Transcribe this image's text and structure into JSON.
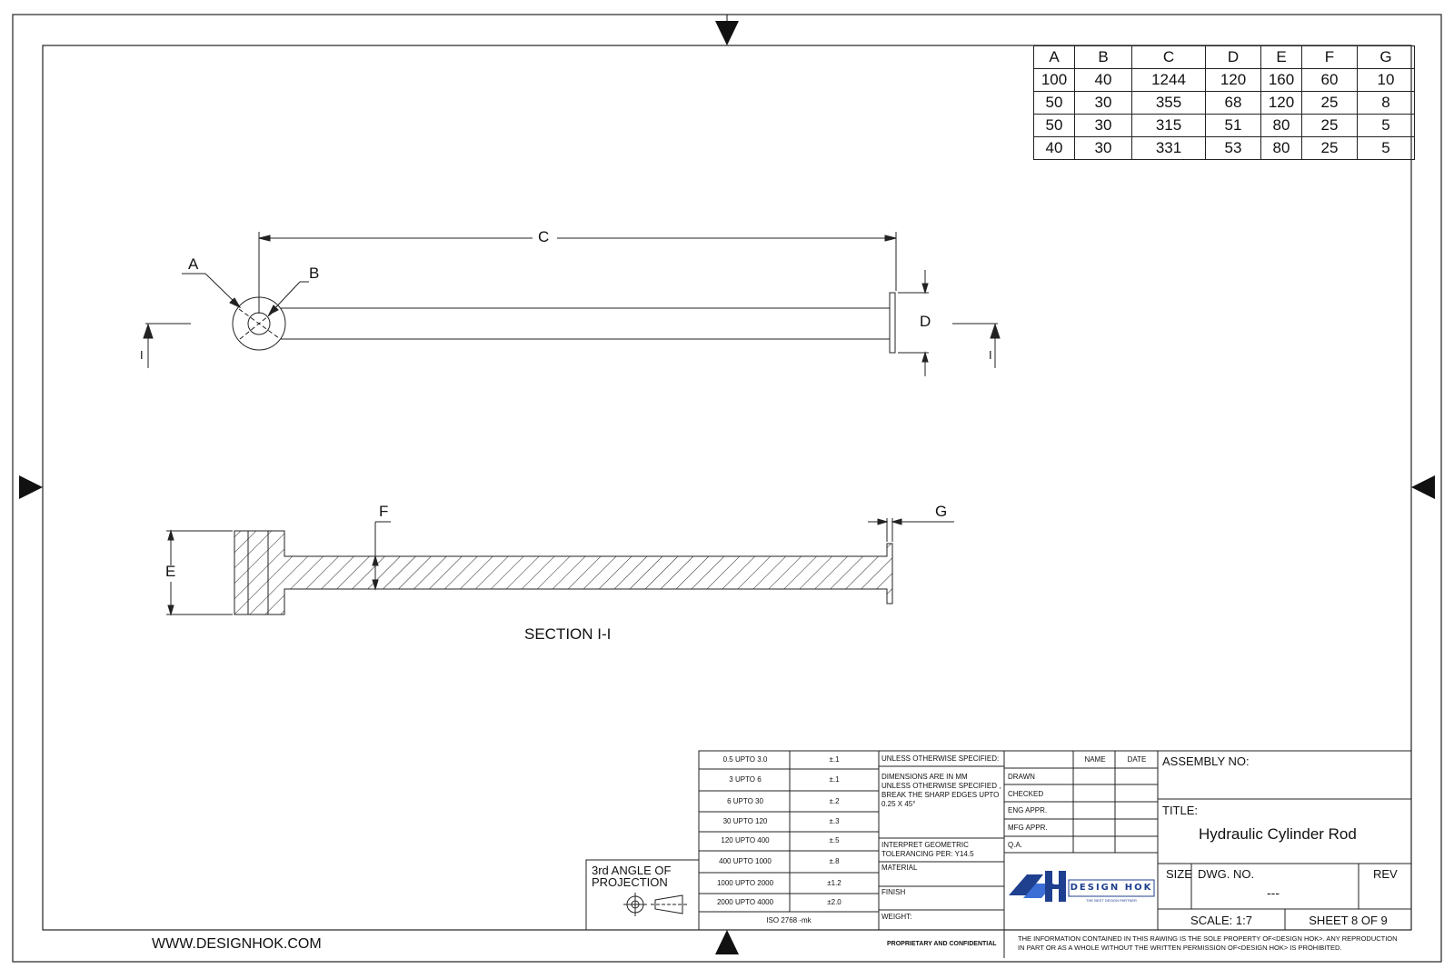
{
  "dimension_table": {
    "headers": [
      "A",
      "B",
      "C",
      "D",
      "E",
      "F",
      "G"
    ],
    "rows": [
      [
        "100",
        "40",
        "1244",
        "120",
        "160",
        "60",
        "10"
      ],
      [
        "50",
        "30",
        "355",
        "68",
        "120",
        "25",
        "8"
      ],
      [
        "50",
        "30",
        "315",
        "51",
        "80",
        "25",
        "5"
      ],
      [
        "40",
        "30",
        "331",
        "53",
        "80",
        "25",
        "5"
      ]
    ]
  },
  "labels": {
    "a": "A",
    "b": "B",
    "c": "C",
    "d": "D",
    "e": "E",
    "f": "F",
    "g": "G",
    "section_mark_left": "I",
    "section_mark_right": "I",
    "section_caption": "SECTION I-I"
  },
  "tolerance_table": {
    "rows": [
      [
        "0.5 UPTO 3.0",
        "±.1"
      ],
      [
        "3 UPTO 6",
        "±.1"
      ],
      [
        "6 UPTO 30",
        "±.2"
      ],
      [
        "30 UPTO 120",
        "±.3"
      ],
      [
        "120 UPTO 400",
        "±.5"
      ],
      [
        "400 UPTO 1000",
        "±.8"
      ],
      [
        "1000 UPTO 2000",
        "±1.2"
      ],
      [
        "2000 UPTO 4000",
        "±2.0"
      ]
    ],
    "standard": "ISO 2768 -mk"
  },
  "projection": {
    "line1": "3rd ANGLE OF",
    "line2": "PROJECTION"
  },
  "notes": {
    "unless": "UNLESS OTHERWISE SPECIFIED:",
    "dims1": "DIMENSIONS ARE IN MM",
    "dims2": "UNLESS OTHERWISE SPECIFIED ,",
    "dims3": "BREAK THE SHARP EDGES UPTO",
    "dims4": "0.25 X 45°",
    "interpret1": "INTERPRET GEOMETRIC",
    "interpret2": "TOLERANCING PER: Y14.5",
    "material": "MATERIAL",
    "finish": "FINISH",
    "weight": "WEIGHT:"
  },
  "approvals": {
    "name": "NAME",
    "date": "DATE",
    "rows": [
      "DRAWN",
      "CHECKED",
      "ENG APPR.",
      "MFG APPR.",
      "Q.A."
    ]
  },
  "title_block": {
    "assembly_no": "ASSEMBLY NO:",
    "title_label": "TITLE:",
    "title": "Hydraulic Cylinder Rod",
    "size": "SIZE",
    "dwg_no": "DWG.  NO.",
    "dwg_value": "---",
    "rev": "REV",
    "scale": "SCALE: 1:7",
    "sheet": "SHEET 8 OF 9"
  },
  "logo": {
    "name": "DESIGN HOK",
    "tagline": "THE BEST DESIGN PARTNER"
  },
  "footer": {
    "website": "WWW.DESIGNHOK.COM",
    "proprietary": "PROPRIETARY AND CONFIDENTIAL",
    "notice1": "THE INFORMATION CONTAINED IN THIS RAWING IS THE SOLE PROPERTY OF<DESIGN HOK>.  ANY REPRODUCTION",
    "notice2": "IN PART OR AS A WHOLE WITHOUT THE WRITTEN PERMISSION OF<DESIGN HOK> IS PROHIBITED."
  },
  "colors": {
    "line": "#222222",
    "logo_blue": "#1f3f8f"
  }
}
